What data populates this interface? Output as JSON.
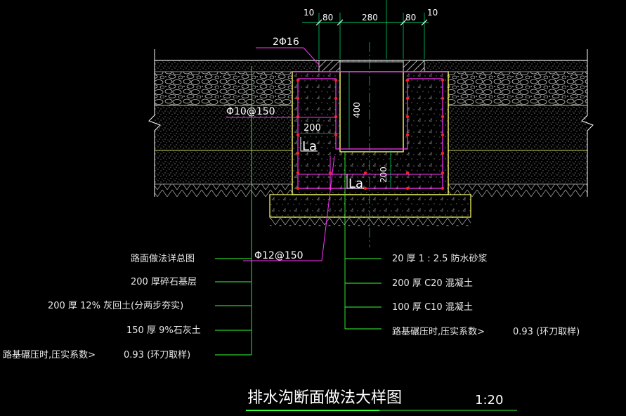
{
  "dims": {
    "top_10_left": "10",
    "top_80_left": "80",
    "top_280": "280",
    "top_80_right": "80",
    "top_10_right": "10",
    "rebar_top": "2Φ16",
    "stirrup": "Φ10@150",
    "depth_400": "400",
    "width_200": "200",
    "depth_200": "200",
    "anchor_la_1": "La",
    "anchor_la_2": "La",
    "bottom_rebar": "Φ12@150"
  },
  "left_labels": [
    "路面做法详总图",
    "200 厚碎石基层",
    "200 厚 12% 灰回土(分两步夯实)",
    "150 厚 9%石灰土",
    "路基碾压时,压实系数>"
  ],
  "left_value": "0.93 (环刀取样)",
  "right_labels": [
    "20 厚 1 : 2.5 防水砂浆",
    "200 厚 C20 混凝土",
    "100 厚 C10 混凝土",
    "路基碾压时,压实系数>"
  ],
  "right_value": "0.93 (环刀取样)",
  "title": "排水沟断面做法大样图",
  "scale": "1:20",
  "colors": {
    "background": "#000000",
    "outline_yellow": "#ffff66",
    "leader_green": "#33ff33",
    "dim_green": "#00cc66",
    "magenta": "#ff33ff",
    "red_dot": "#ff2020",
    "text_white": "#ffffff"
  }
}
